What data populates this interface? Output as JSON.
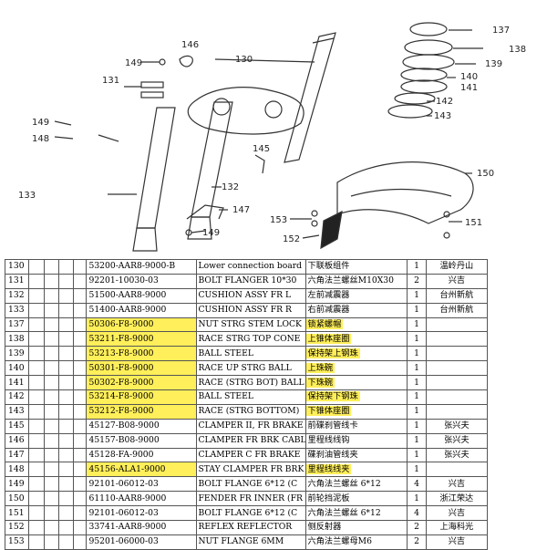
{
  "diagram": {
    "callouts": [
      "130",
      "131",
      "133",
      "137",
      "138",
      "139",
      "140",
      "141",
      "142",
      "143",
      "145",
      "146",
      "147",
      "148",
      "149",
      "149",
      "149",
      "150",
      "151",
      "152",
      "153"
    ]
  },
  "colors": {
    "highlight": "#ffef5a",
    "grid": "#555555"
  },
  "table": {
    "rows": [
      {
        "no": "130",
        "part": "53200-AAR8-9000-B",
        "en": "Lower connection board",
        "cn": "下联板组件",
        "qty": "1",
        "sup": "温岭丹山",
        "hl": false
      },
      {
        "no": "131",
        "part": "92201-10030-03",
        "en": "BOLT FLANGER 10*30",
        "cn": "六角法兰螺丝M10X30",
        "qty": "2",
        "sup": "兴吉",
        "hl": false
      },
      {
        "no": "132",
        "part": "51500-AAR8-9000",
        "en": "CUSHION ASSY FR L",
        "cn": "左前减震器",
        "qty": "1",
        "sup": "台州新航",
        "hl": false
      },
      {
        "no": "133",
        "part": "51400-AAR8-9000",
        "en": "CUSHION ASSY FR R",
        "cn": "右前减震器",
        "qty": "1",
        "sup": "台州新航",
        "hl": false
      },
      {
        "no": "137",
        "part": "50306-F8-9000",
        "en": "NUT STRG STEM LOCK",
        "cn": "锁紧螺帽",
        "qty": "1",
        "sup": "",
        "hl": true
      },
      {
        "no": "138",
        "part": "53211-F8-9000",
        "en": "RACE STRG TOP CONE",
        "cn": "上锥体座圈",
        "qty": "1",
        "sup": "",
        "hl": true
      },
      {
        "no": "139",
        "part": "53213-F8-9000",
        "en": "BALL STEEL",
        "cn": "保持架上钢珠",
        "qty": "1",
        "sup": "",
        "hl": true
      },
      {
        "no": "140",
        "part": "50301-F8-9000",
        "en": "RACE UP STRG BALL",
        "cn": "上珠碗",
        "qty": "1",
        "sup": "",
        "hl": true
      },
      {
        "no": "141",
        "part": "50302-F8-9000",
        "en": "RACE (STRG BOT) BALL",
        "cn": "下珠碗",
        "qty": "1",
        "sup": "",
        "hl": true
      },
      {
        "no": "142",
        "part": "53214-F8-9000",
        "en": "BALL STEEL",
        "cn": "保持架下钢珠",
        "qty": "1",
        "sup": "",
        "hl": true
      },
      {
        "no": "143",
        "part": "53212-F8-9000",
        "en": "RACE (STRG BOTTOM)",
        "cn": "下锥体座圈",
        "qty": "1",
        "sup": "",
        "hl": true
      },
      {
        "no": "145",
        "part": "45127-B08-9000",
        "en": "CLAMPER II, FR BRAKE",
        "cn": "前碟刹管线卡",
        "qty": "1",
        "sup": "张兴夫",
        "hl": false
      },
      {
        "no": "146",
        "part": "45157-B08-9000",
        "en": "CLAMPER FR BRK CABLE",
        "cn": "里程线线钩",
        "qty": "1",
        "sup": "张兴夫",
        "hl": false
      },
      {
        "no": "147",
        "part": "45128-FA-9000",
        "en": "CLAMPER C FR BRAKE",
        "cn": "碟刹油管线夹",
        "qty": "1",
        "sup": "张兴夫",
        "hl": false
      },
      {
        "no": "148",
        "part": "45156-ALA1-9000",
        "en": "STAY CLAMPER FR BRK",
        "cn": "里程线线夹",
        "qty": "1",
        "sup": "",
        "hl": true
      },
      {
        "no": "149",
        "part": "92101-06012-03",
        "en": "BOLT FLANGE 6*12 (C",
        "cn": "六角法兰螺丝 6*12",
        "qty": "4",
        "sup": "兴吉",
        "hl": false
      },
      {
        "no": "150",
        "part": "61110-AAR8-9000",
        "en": "FENDER FR INNER (FR",
        "cn": "前轮挡泥板",
        "qty": "1",
        "sup": "浙江荣达",
        "hl": false
      },
      {
        "no": "151",
        "part": "92101-06012-03",
        "en": "BOLT FLANGE 6*12 (C",
        "cn": "六角法兰螺丝 6*12",
        "qty": "4",
        "sup": "兴吉",
        "hl": false
      },
      {
        "no": "152",
        "part": "33741-AAR8-9000",
        "en": "REFLEX REFLECTOR",
        "cn": "侧反射器",
        "qty": "2",
        "sup": "上海科光",
        "hl": false
      },
      {
        "no": "153",
        "part": "95201-06000-03",
        "en": "NUT FLANGE 6MM",
        "cn": "六角法兰螺母M6",
        "qty": "2",
        "sup": "兴吉",
        "hl": false
      }
    ]
  }
}
